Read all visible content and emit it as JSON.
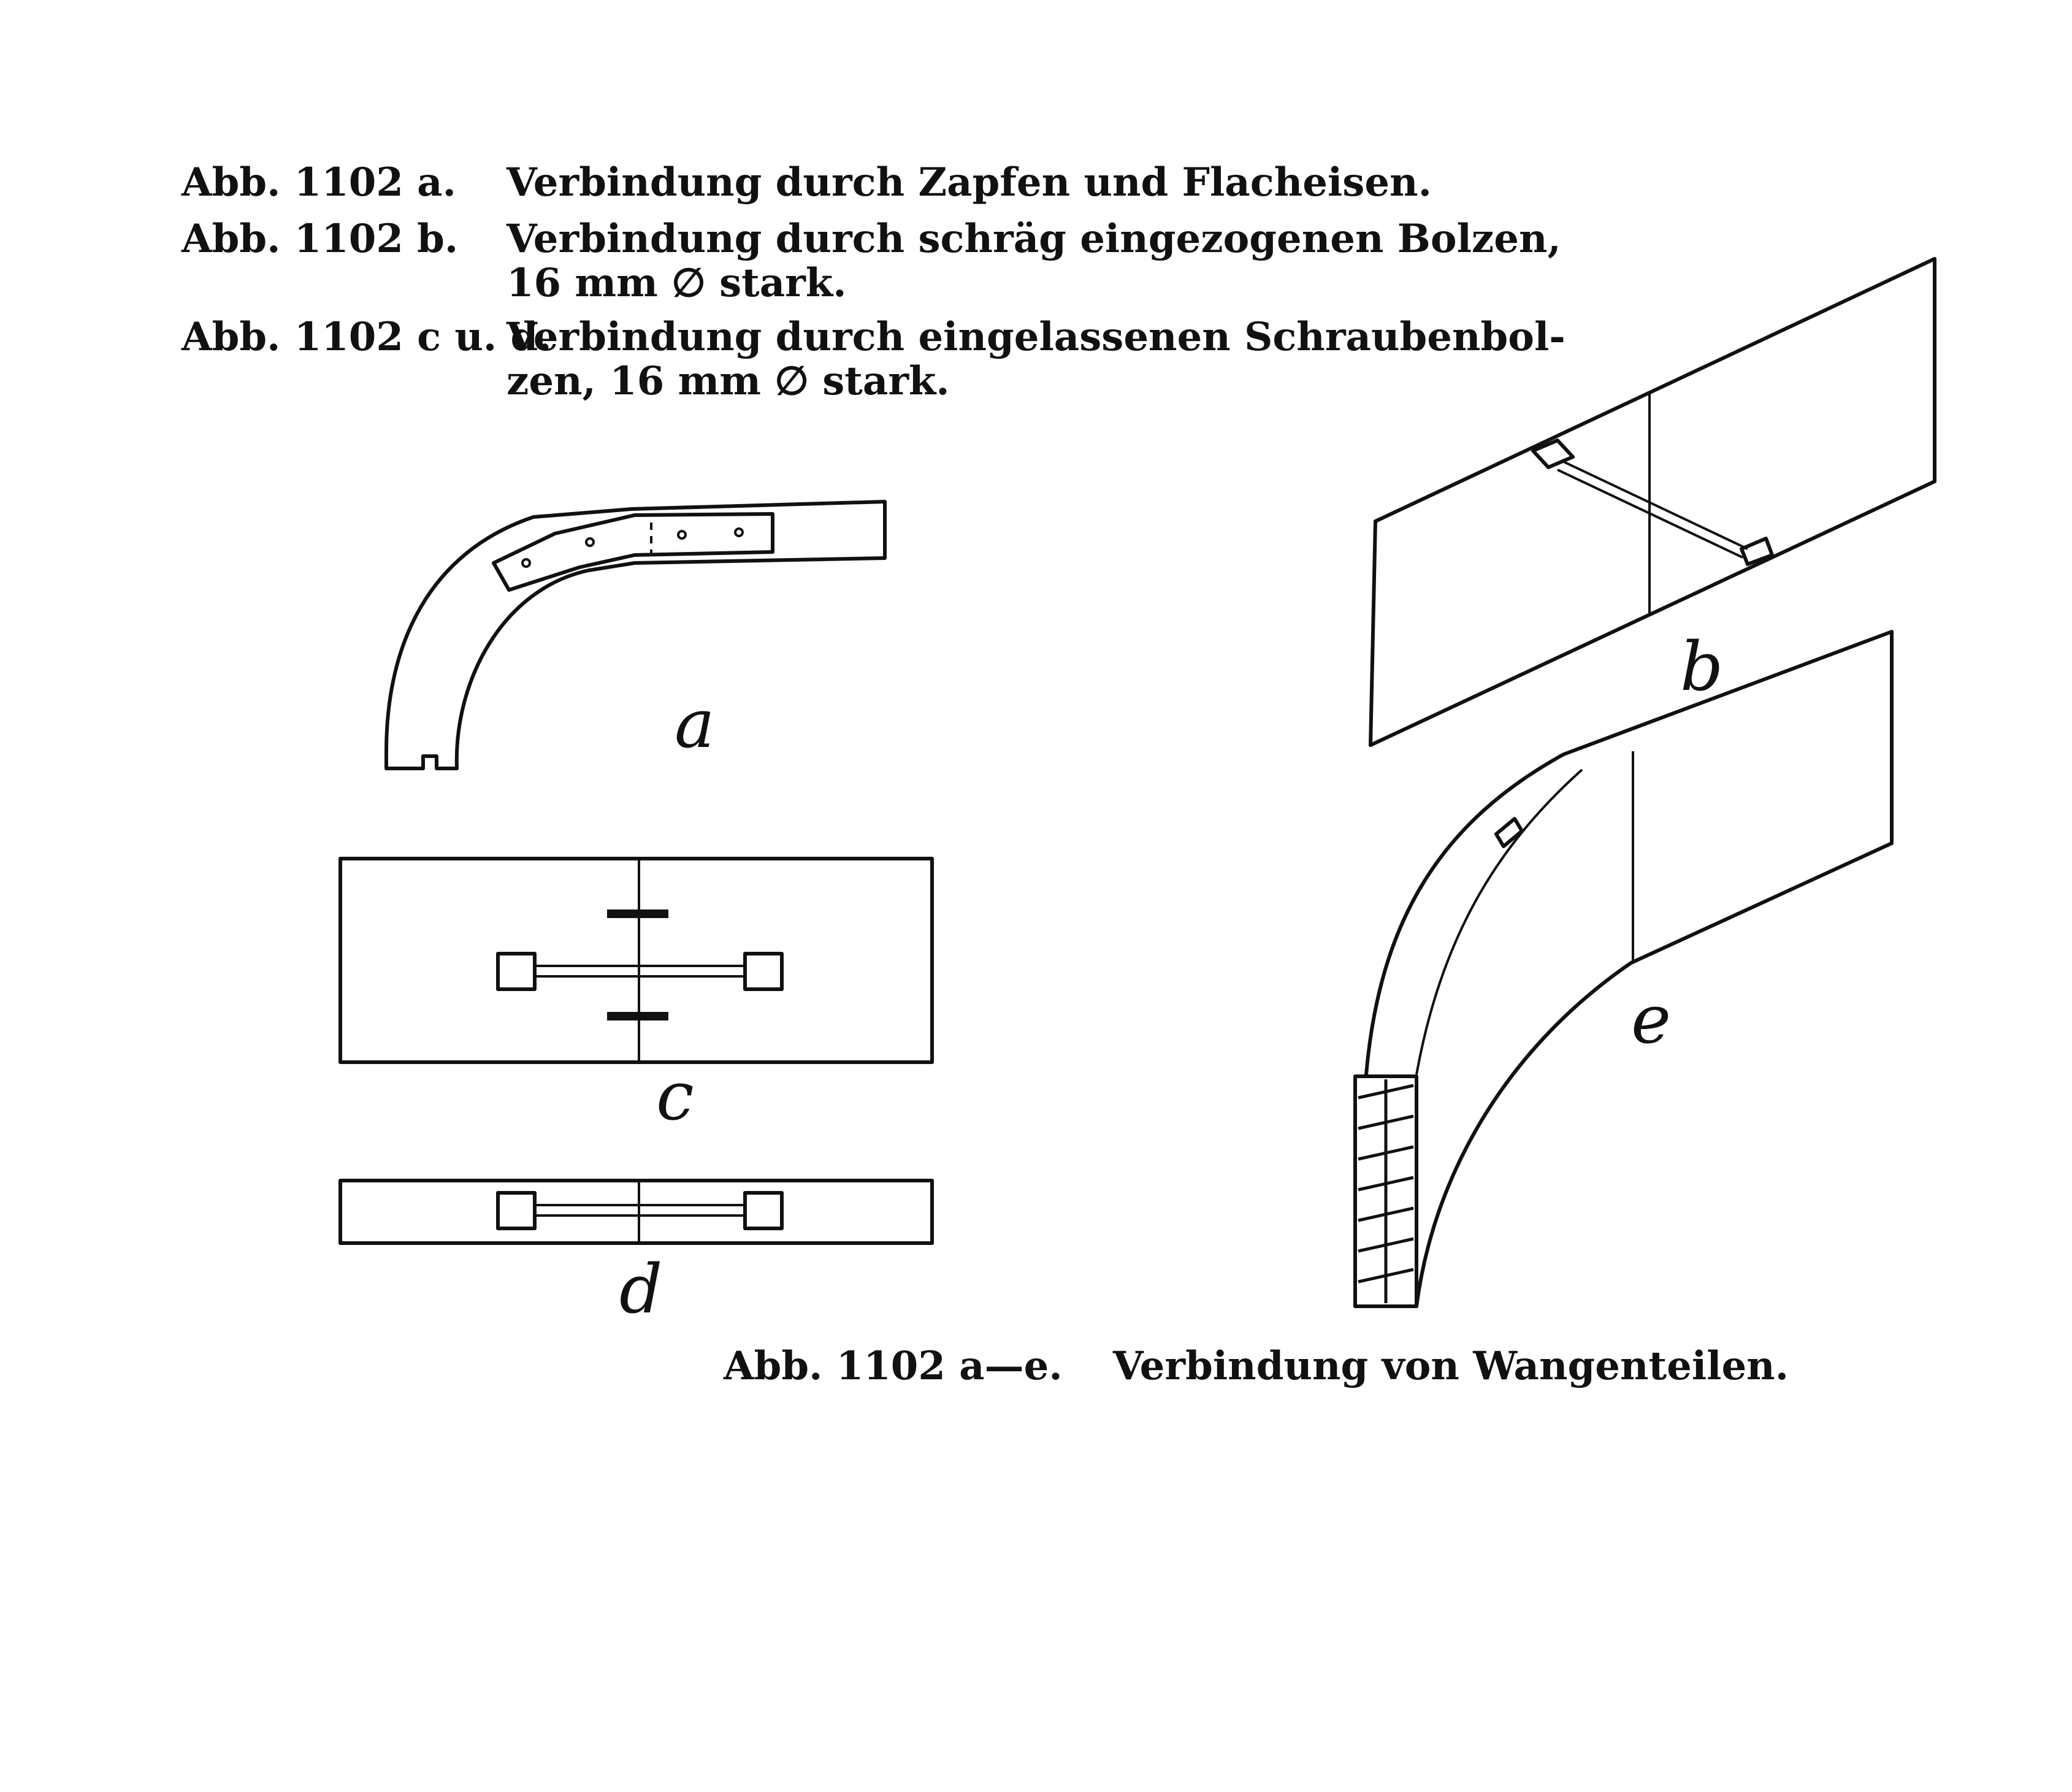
{
  "legend": {
    "rows": [
      {
        "label": "Abb. 1102 a.",
        "text": [
          "Verbindung durch Zapfen und Flacheisen."
        ]
      },
      {
        "label": "Abb. 1102 b.",
        "text": [
          "Verbindung durch schräg eingezogenen Bolzen,",
          "16 mm ∅ stark."
        ]
      },
      {
        "label": "Abb. 1102 c u. d.",
        "text": [
          "Verbindung durch eingelassenen Schraubenbol-",
          "zen, 16 mm ∅ stark."
        ]
      }
    ]
  },
  "figure_letters": {
    "a": "a",
    "b": "b",
    "c": "c",
    "d": "d",
    "e": "e"
  },
  "caption": {
    "label": "Abb. 1102 a—e.",
    "text": "Verbindung von Wangenteilen."
  }
}
